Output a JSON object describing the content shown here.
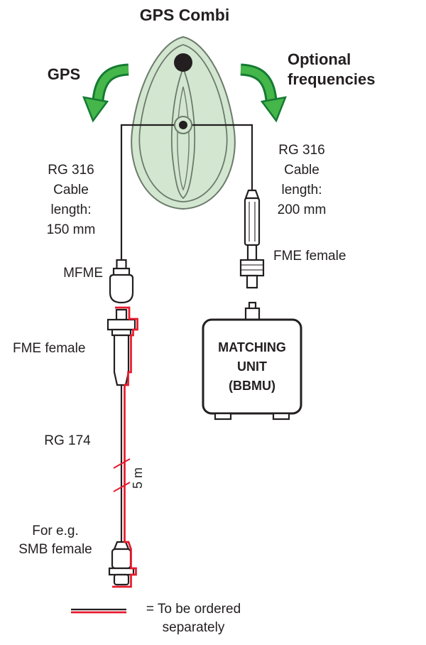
{
  "title": "GPS Combi",
  "colors": {
    "ink": "#231f20",
    "red": "#e8192c",
    "arrow_green": "#45b649",
    "arrow_outline": "#157a33",
    "antenna_fill": "#d3e7d0",
    "antenna_stroke": "#6b7b6b"
  },
  "gps_branch": {
    "arrow_label": "GPS",
    "cable_spec": "RG 316\nCable\nlength:\n150 mm",
    "connector1": "MFME",
    "connector2": "FME female",
    "cable_type": "RG 174",
    "cable_length": "5 m",
    "end_connector": "For e.g.\nSMB female"
  },
  "optional_branch": {
    "arrow_label": "Optional\nfrequencies",
    "cable_spec": "RG 316\nCable\nlength:\n200 mm",
    "connector": "FME female",
    "unit": "MATCHING\nUNIT\n(BBMU)"
  },
  "legend": {
    "text": "= To be ordered\nseparately"
  }
}
